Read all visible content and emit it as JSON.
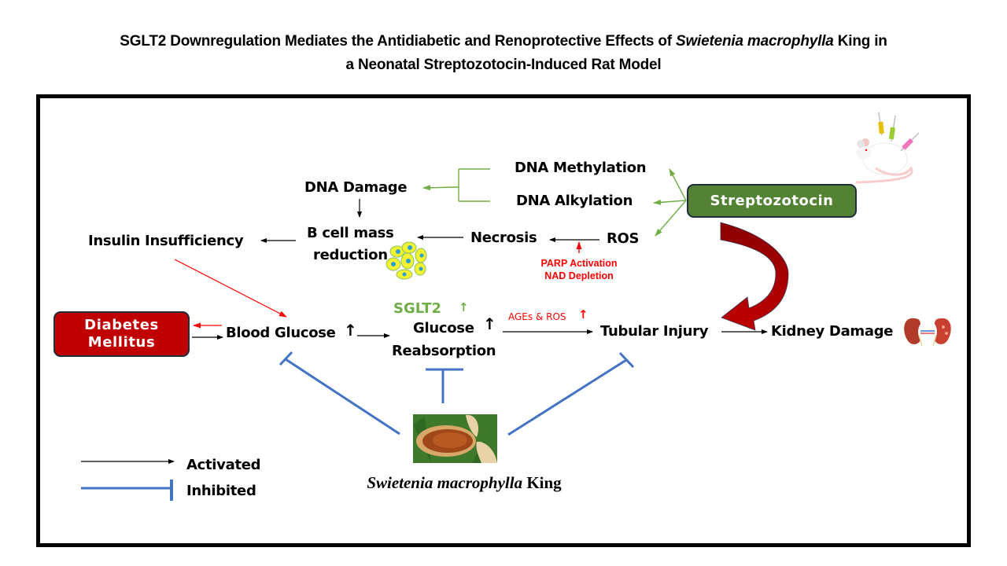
{
  "title": {
    "line1_prefix": "SGLT2 Downregulation Mediates the Antidiabetic and Renoprotective Effects of ",
    "line1_italic": "Swietenia macrophylla",
    "line1_suffix": " King in",
    "line2": "a Neonatal Streptozotocin-Induced Rat Model"
  },
  "nodes": {
    "dna_methylation": "DNA Methylation",
    "dna_alkylation": "DNA Alkylation",
    "dna_damage": "DNA Damage",
    "streptozotocin": "Streptozotocin",
    "insulin_insufficiency": "Insulin Insufficiency",
    "b_cell_line1": "B cell mass",
    "b_cell_line2": "reduction",
    "necrosis": "Necrosis",
    "ros": "ROS",
    "parp_activation": "PARP Activation",
    "nad_depletion": "NAD Depletion",
    "diabetes_line1": "Diabetes",
    "diabetes_line2": "Mellitus",
    "blood_glucose": "Blood Glucose",
    "sglt2": "SGLT2",
    "glucose_reabs_line1": "Glucose",
    "glucose_reabs_line2": "Reabsorption",
    "ages_ros": "AGEs & ROS",
    "tubular_injury": "Tubular Injury",
    "kidney_damage": "Kidney Damage"
  },
  "arrows": {
    "up": "↑"
  },
  "species": {
    "italic": "Swietenia macrophylla",
    "suffix": " King"
  },
  "legend": {
    "activated": "Activated",
    "inhibited": "Inhibited"
  },
  "icons": {
    "rat": "rat-with-syringes-icon",
    "beta_cells": "beta-cells-icon",
    "kidney": "kidney-icon",
    "seed_pod": "mahogany-seed-pod-image"
  },
  "colors": {
    "green_arrow": "#70ad47",
    "streptozotocin_box": "#548235",
    "diabetes_box": "#c00000",
    "red_arrow": "#ff0000",
    "inhibit_blue": "#4472c4",
    "curved_arrow": "#a00000"
  }
}
